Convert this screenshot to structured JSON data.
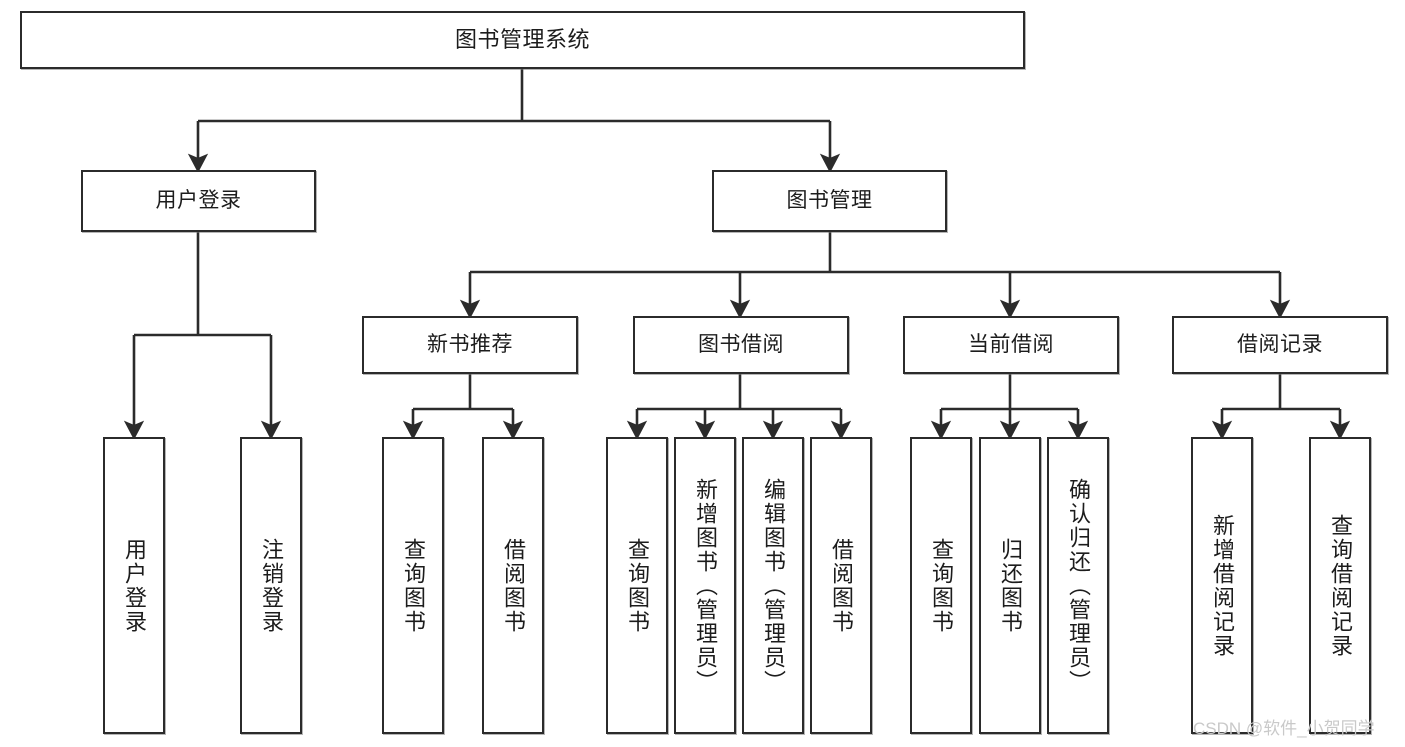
{
  "diagram": {
    "type": "tree-hierarchy",
    "title": "图书管理系统",
    "root": {
      "label": "图书管理系统"
    },
    "level2": [
      {
        "id": "user-login",
        "label": "用户登录"
      },
      {
        "id": "book-manage",
        "label": "图书管理"
      }
    ],
    "level3": [
      {
        "id": "new-book-recommend",
        "label": "新书推荐",
        "parent": "book-manage"
      },
      {
        "id": "book-borrow",
        "label": "图书借阅",
        "parent": "book-manage"
      },
      {
        "id": "current-borrow",
        "label": "当前借阅",
        "parent": "book-manage"
      },
      {
        "id": "borrow-record",
        "label": "借阅记录",
        "parent": "book-manage"
      }
    ],
    "leaves": [
      {
        "id": "leaf-user-login",
        "label": "用户登录",
        "parent": "user-login"
      },
      {
        "id": "leaf-user-logout",
        "label": "注销登录",
        "parent": "user-login"
      },
      {
        "id": "leaf-query-book-1",
        "label": "查询图书",
        "parent": "new-book-recommend"
      },
      {
        "id": "leaf-borrow-book-1",
        "label": "借阅图书",
        "parent": "new-book-recommend"
      },
      {
        "id": "leaf-query-book-2",
        "label": "查询图书",
        "parent": "book-borrow"
      },
      {
        "id": "leaf-add-book",
        "label": "新增图书（管理员）",
        "parent": "book-borrow"
      },
      {
        "id": "leaf-edit-book",
        "label": "编辑图书（管理员）",
        "parent": "book-borrow"
      },
      {
        "id": "leaf-borrow-book-2",
        "label": "借阅图书",
        "parent": "book-borrow"
      },
      {
        "id": "leaf-query-book-3",
        "label": "查询图书",
        "parent": "current-borrow"
      },
      {
        "id": "leaf-return-book",
        "label": "归还图书",
        "parent": "current-borrow"
      },
      {
        "id": "leaf-confirm-return",
        "label": "确认归还（管理员）",
        "parent": "current-borrow"
      },
      {
        "id": "leaf-add-record",
        "label": "新增借阅记录",
        "parent": "borrow-record"
      },
      {
        "id": "leaf-query-record",
        "label": "查询借阅记录",
        "parent": "borrow-record"
      }
    ],
    "colors": {
      "stroke": "#2b2b2b",
      "fill": "#ffffff",
      "text": "#1c1c1c",
      "watermark": "#c9c9c9"
    }
  },
  "watermark": {
    "text": "CSDN @软件_小贺同学"
  }
}
